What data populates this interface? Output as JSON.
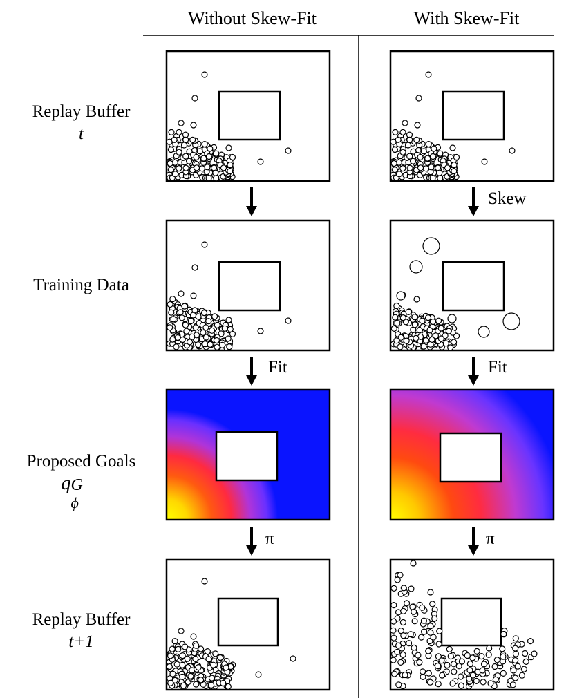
{
  "columns": {
    "left": "Without Skew-Fit",
    "right": "With Skew-Fit"
  },
  "rows": {
    "replay_buffer": {
      "label": "Replay Buffer",
      "sub": "t"
    },
    "training_data": {
      "label": "Training Data"
    },
    "proposed_goals": {
      "label": "Proposed Goals",
      "sub_main": "q",
      "sub_sup": "G",
      "sub_sub": "ϕ"
    },
    "replay_buffer_next": {
      "label": "Replay Buffer",
      "sub": "t+1"
    }
  },
  "steps": {
    "skew": "Skew",
    "fit_left": "Fit",
    "fit_right": "Fit",
    "pi_left": "π",
    "pi_right": "π"
  },
  "colors": {
    "low_density": "#0a14ff",
    "mid_density": "#9a3cf0",
    "high_density": "#ff2a2a",
    "peak_density": "#ffff00",
    "obstacle": "#ffffff",
    "stroke": "#000000"
  }
}
